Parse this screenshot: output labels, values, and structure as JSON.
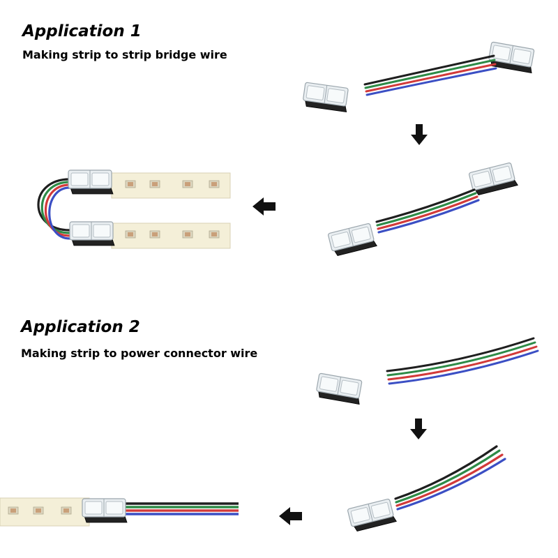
{
  "application_1": {
    "title": "Application 1",
    "subtitle": "Making strip to strip bridge wire"
  },
  "application_2": {
    "title": "Application 2",
    "subtitle": "Making strip to power connector wire"
  },
  "colors": {
    "wire_black": "#1f1f1f",
    "wire_green": "#2e8b47",
    "wire_red": "#d23a3a",
    "wire_blue": "#3b4fc4",
    "strip": "#f4efd8",
    "arrow": "#111111"
  },
  "icons": [
    "arrow-down-icon",
    "arrow-left-icon"
  ]
}
